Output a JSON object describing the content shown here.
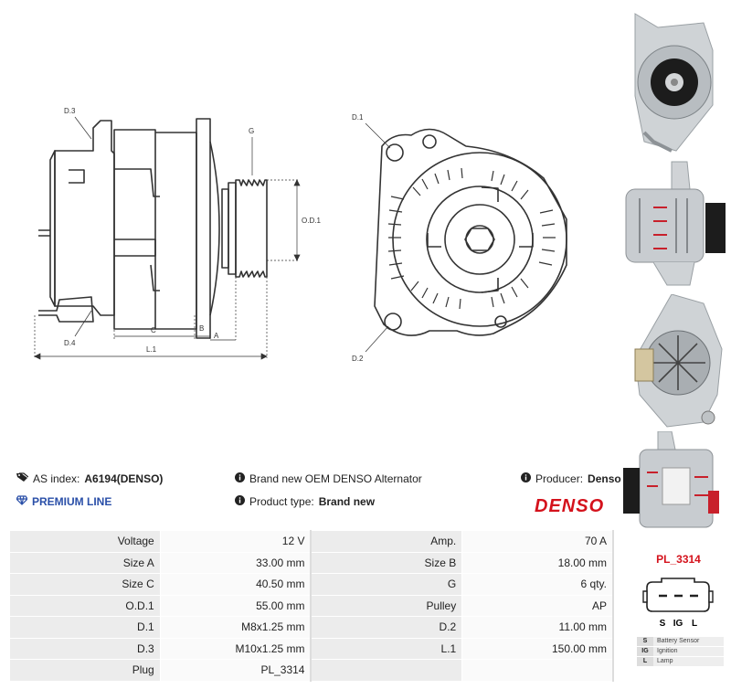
{
  "drawing": {
    "labels": {
      "d3": "D.3",
      "d4": "D.4",
      "g": "G",
      "od1": "O.D.1",
      "c": "C",
      "b": "B",
      "a": "A",
      "l1": "L.1",
      "d1": "D.1",
      "d2": "D.2"
    }
  },
  "info": {
    "as_index_label": "AS index:",
    "as_index_value": "A6194(DENSO)",
    "premium": "PREMIUM LINE",
    "description": "Brand new OEM DENSO Alternator",
    "product_type_label": "Product type:",
    "product_type_value": "Brand new",
    "producer_label": "Producer:",
    "producer_value": "Denso",
    "brand_logo": "DENSO",
    "brand_color": "#d4121c",
    "premium_color": "#2a4fa8"
  },
  "specs": [
    {
      "k1": "Voltage",
      "v1": "12 V",
      "k2": "Amp.",
      "v2": "70 A"
    },
    {
      "k1": "Size A",
      "v1": "33.00 mm",
      "k2": "Size B",
      "v2": "18.00 mm"
    },
    {
      "k1": "Size C",
      "v1": "40.50 mm",
      "k2": "G",
      "v2": "6 qty."
    },
    {
      "k1": "O.D.1",
      "v1": "55.00 mm",
      "k2": "Pulley",
      "v2": "AP"
    },
    {
      "k1": "D.1",
      "v1": "M8x1.25 mm",
      "k2": "D.2",
      "v2": "11.00 mm"
    },
    {
      "k1": "D.3",
      "v1": "M10x1.25 mm",
      "k2": "L.1",
      "v2": "150.00 mm"
    },
    {
      "k1": "Plug",
      "v1": "PL_3314",
      "k2": "",
      "v2": ""
    }
  ],
  "plug": {
    "title": "PL_3314",
    "pins": [
      "S",
      "IG",
      "L"
    ],
    "legend": [
      {
        "k": "S",
        "v": "Battery Sensor"
      },
      {
        "k": "IG",
        "v": "Ignition"
      },
      {
        "k": "L",
        "v": "Lamp"
      }
    ]
  },
  "photos": [
    {
      "name": "front-view"
    },
    {
      "name": "side-view"
    },
    {
      "name": "rear-view"
    },
    {
      "name": "label-view"
    }
  ]
}
